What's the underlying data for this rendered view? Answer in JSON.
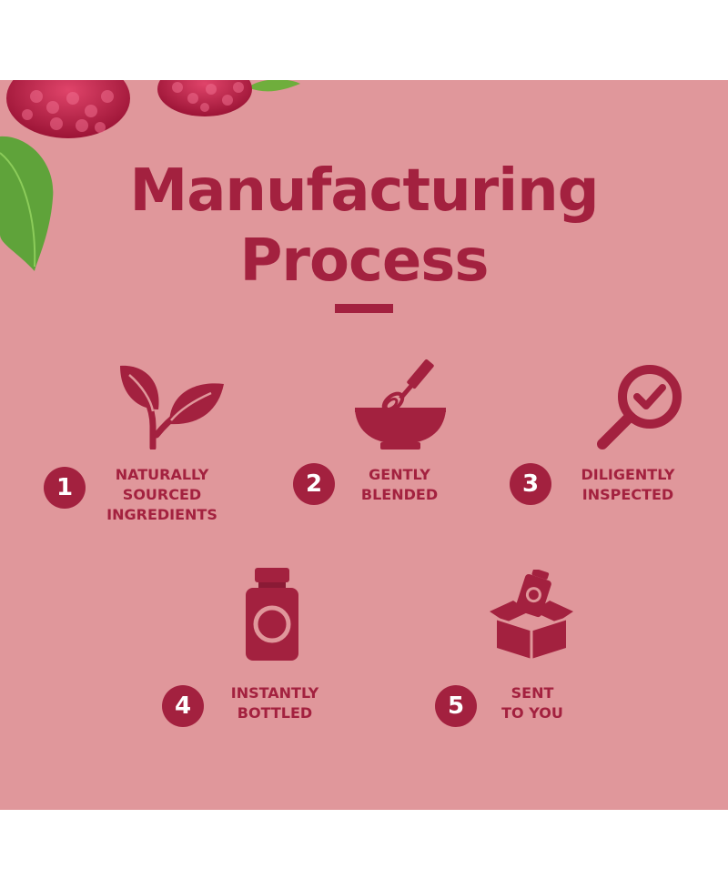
{
  "title": {
    "line1": "Manufacturing",
    "line2": "Process"
  },
  "colors": {
    "background": "#e0979b",
    "accent": "#a3213f",
    "page": "#ffffff"
  },
  "steps": [
    {
      "number": "1",
      "icon": "leaves-sprout-icon",
      "lines": [
        "NATURALLY",
        "SOURCED",
        "INGREDIENTS"
      ]
    },
    {
      "number": "2",
      "icon": "bowl-whisk-icon",
      "lines": [
        "GENTLY",
        "BLENDED"
      ]
    },
    {
      "number": "3",
      "icon": "magnifier-check-icon",
      "lines": [
        "DILIGENTLY",
        "INSPECTED"
      ]
    },
    {
      "number": "4",
      "icon": "bottle-icon",
      "lines": [
        "INSTANTLY",
        "BOTTLED"
      ]
    },
    {
      "number": "5",
      "icon": "box-with-bottle-icon",
      "lines": [
        "SENT",
        "TO YOU"
      ]
    }
  ]
}
